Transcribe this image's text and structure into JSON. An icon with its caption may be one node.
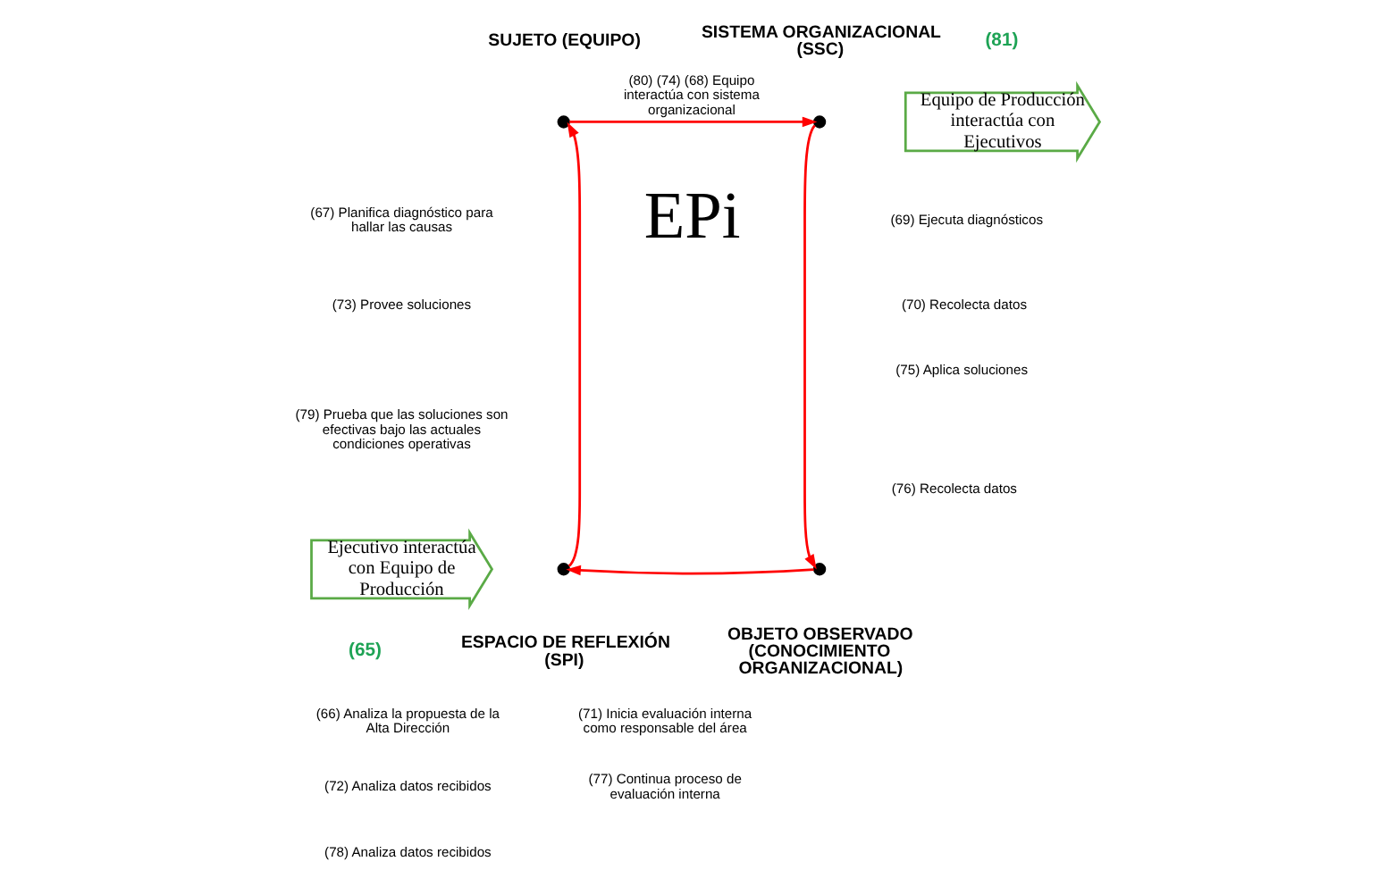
{
  "diagram": {
    "nodes": [
      {
        "text": [],
        "shape": "circle"
      },
      {
        "text": [],
        "shape": "circle"
      },
      {
        "text": [],
        "shape": "circle"
      },
      {
        "text": [],
        "shape": "circle"
      },
      {
        "text": [
          "Ejecutivo interactúa con Equipo de Producción"
        ],
        "beside": [
          "(65)"
        ]
      },
      {
        "text": [
          "Equipo de Producción interactúa con Ejecutivos"
        ],
        "beside": [
          "(81)"
        ]
      }
    ],
    "edges": [
      {
        "from": 0,
        "to": 1,
        "arrow": "to",
        "label": "(80) (74) (68) Equipo interactúa con sistema organizacional"
      },
      {
        "from": 1,
        "to": 3,
        "arrow": "to"
      },
      {
        "from": 3,
        "to": 2,
        "arrow": "to"
      },
      {
        "from": 2,
        "to": 0,
        "arrow": "to"
      }
    ],
    "labels": [
      "(67) Planifica diagnóstico para hallar las causas",
      "(73) Provee soluciones",
      "(79) Prueba que las soluciones son efectivas bajo las actuales condiciones operativas",
      "EPi",
      "(69) Ejecuta diagnósticos",
      "(70) Recolecta datos",
      "(75) Aplica soluciones",
      "(76) Recolecta datos",
      "(66) Analiza la propuesta de la Alta Dirección",
      "(71) Inicia evaluación interna como responsable del área",
      "(72) Analiza datos recibidos",
      "(77) Continua proceso de evaluación interna",
      "(78) Analiza datos recibidos",
      "SUJETO (EQUIPO)",
      "SISTEMA ORGANIZACIONAL (SSC)",
      "ESPACIO DE REFLEXIÓN (SPI)",
      "OBJETO OBSERVADO (CONOCIMIENTO ORGANIZACIONAL)"
    ]
  }
}
